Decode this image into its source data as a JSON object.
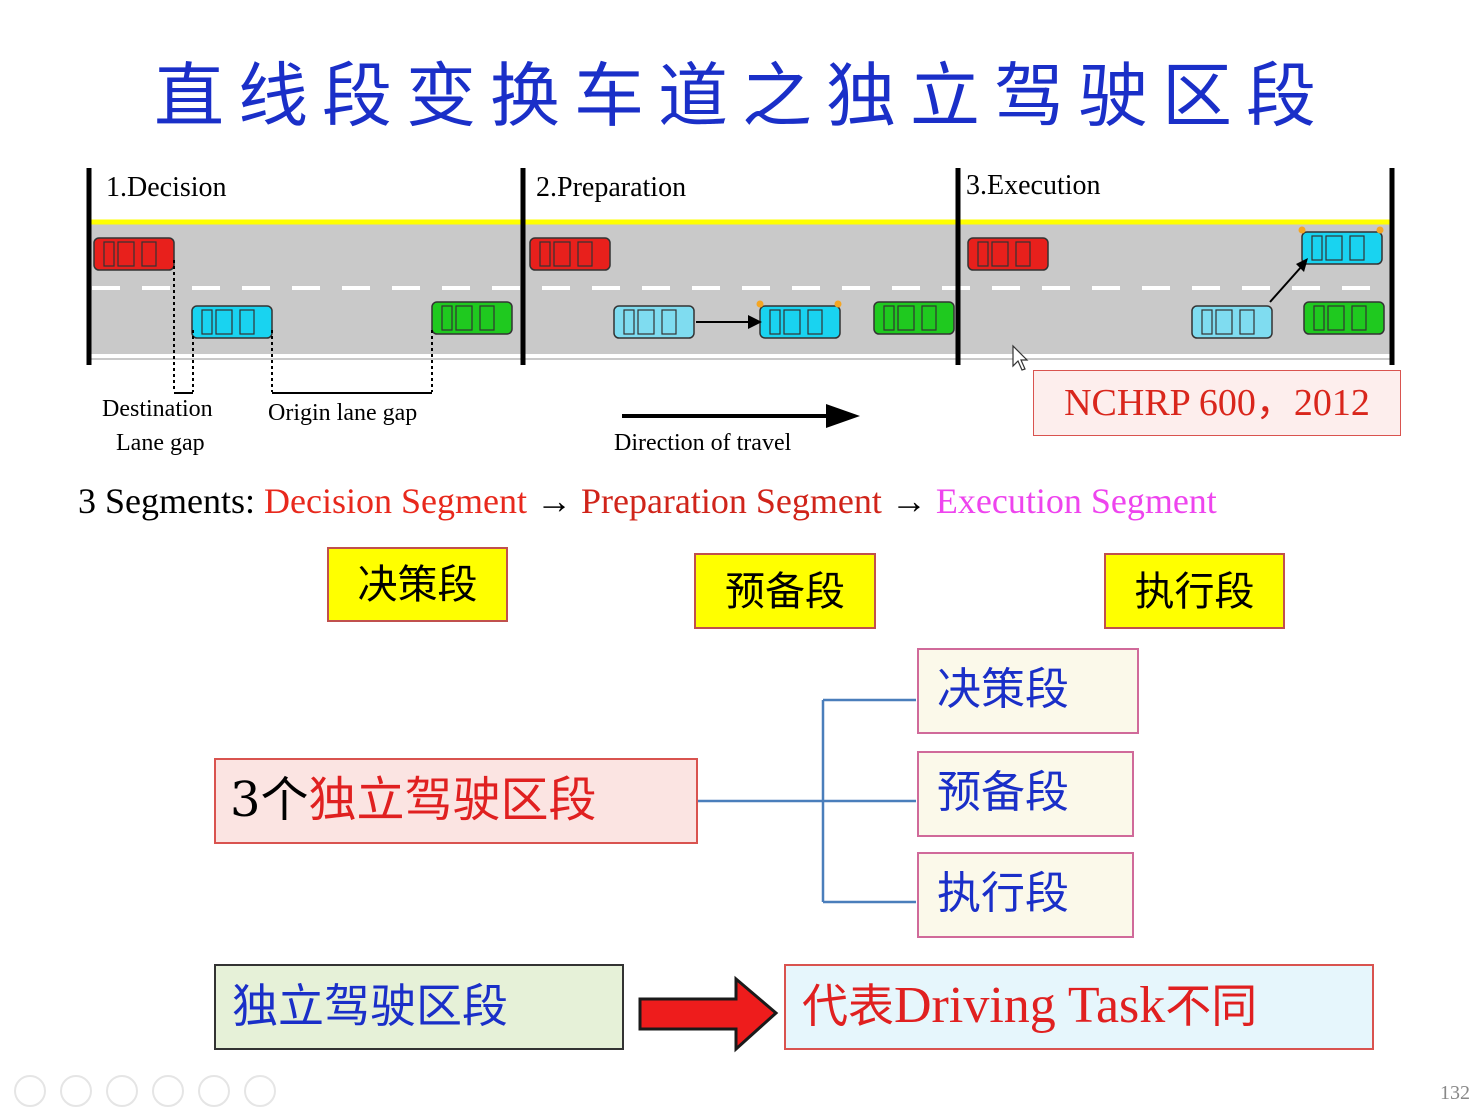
{
  "slide": {
    "title": "直线段变换车道之独立驾驶区段",
    "page_number": "132"
  },
  "diagram": {
    "phases": [
      {
        "label": "1.Decision"
      },
      {
        "label": "2.Preparation"
      },
      {
        "label": "3.Execution"
      }
    ],
    "gap_labels": {
      "destination_line1": "Destination",
      "destination_line2": "Lane gap",
      "origin": "Origin lane gap"
    },
    "direction_label": "Direction of travel",
    "citation": "NCHRP 600，2012",
    "colors": {
      "road": "#c9c9c9",
      "yellow_line": "#ffff00",
      "red_car": "#e8201c",
      "cyan_car": "#19d3f0",
      "cyan_car_faded": "#7fdcf0",
      "green_car": "#1fc91f"
    }
  },
  "segments_line": {
    "prefix": "3 Segments: ",
    "items": [
      {
        "label": "Decision Segment",
        "color": "#e8281c"
      },
      {
        "label": "Preparation Segment",
        "color": "#d0241a"
      },
      {
        "label": "Execution Segment",
        "color": "#ee44ee"
      }
    ],
    "arrow": "→"
  },
  "yellow_boxes": [
    "决策段",
    "预备段",
    "执行段"
  ],
  "tree": {
    "root_prefix": "3个",
    "root_text": "独立驾驶区段",
    "children": [
      "决策段",
      "预备段",
      "执行段"
    ]
  },
  "bottom": {
    "left_box": "独立驾驶区段",
    "right_box_prefix": "代表",
    "right_box_latin": "Driving Task",
    "right_box_suffix": "不同"
  }
}
